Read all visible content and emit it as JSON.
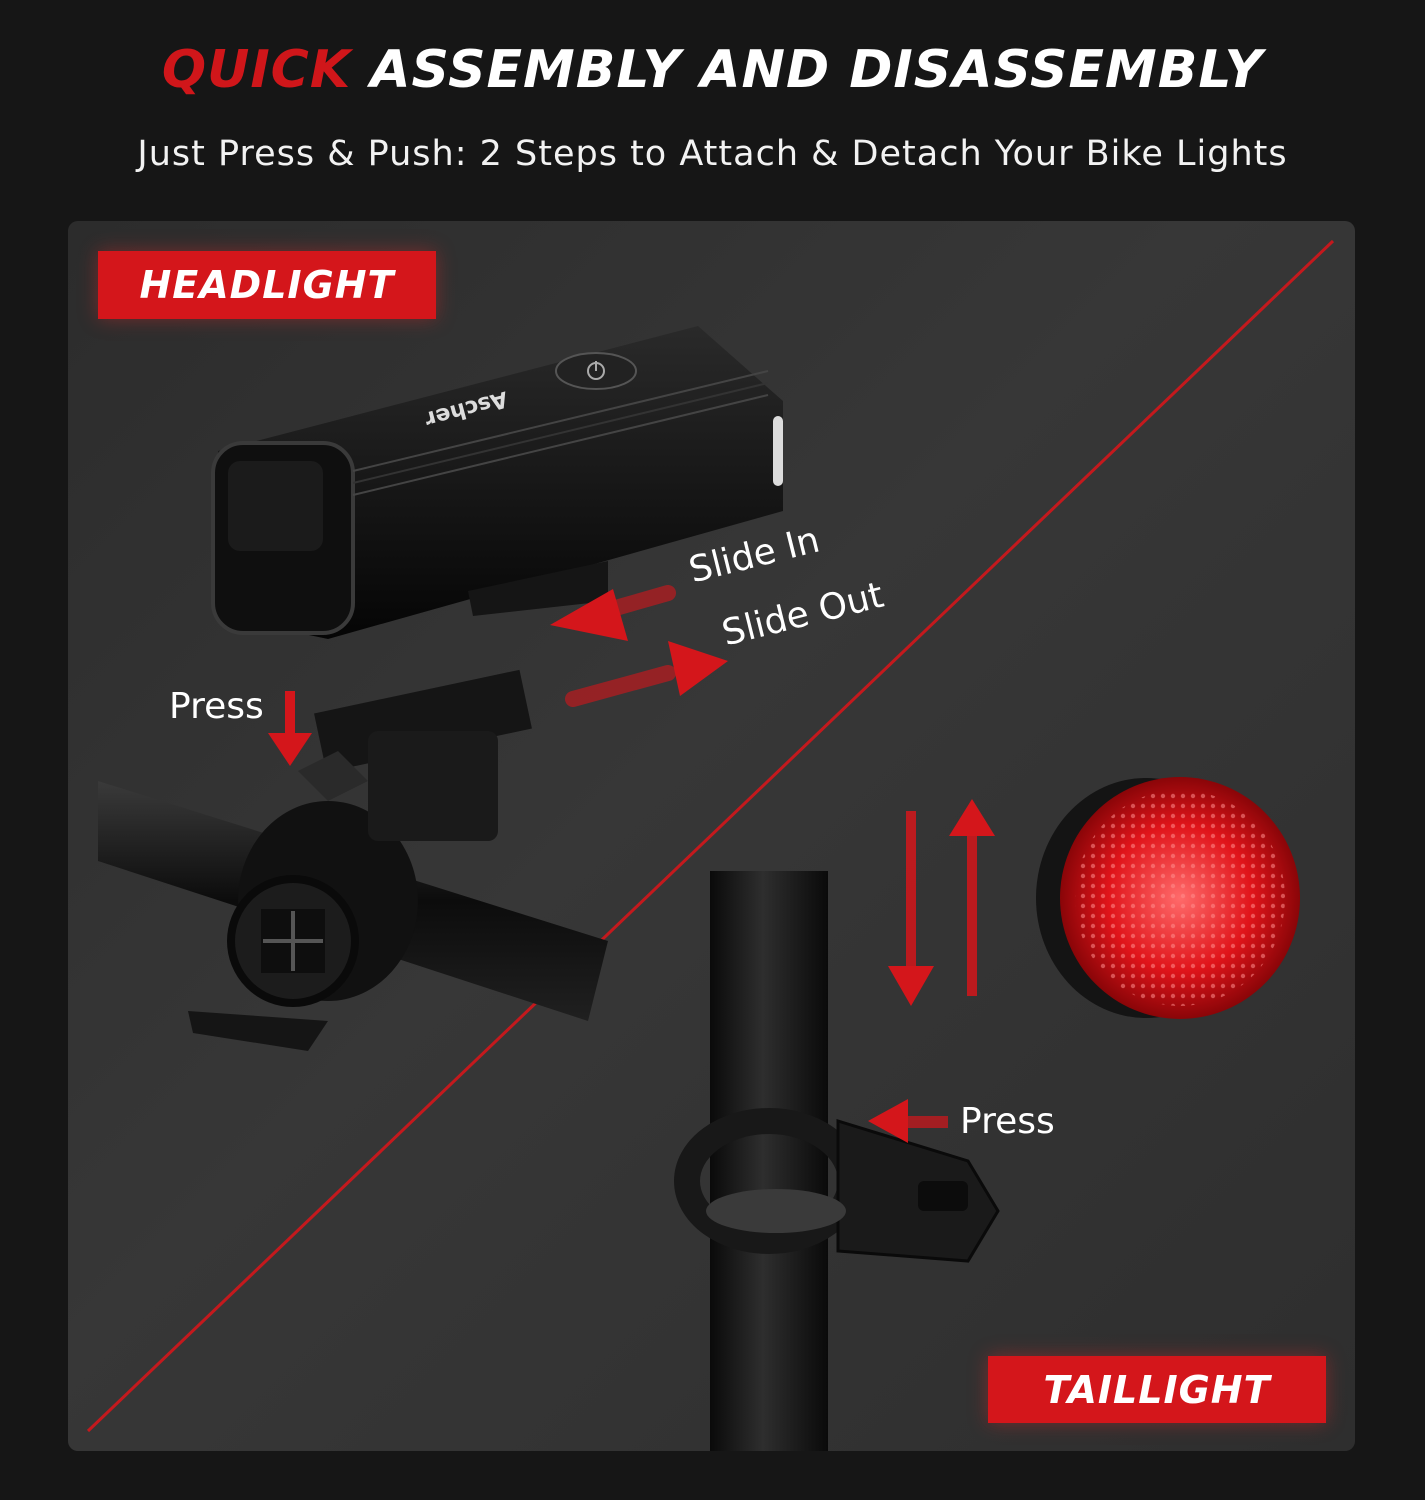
{
  "header": {
    "title_accent": "QUICK",
    "title_rest": "ASSEMBLY AND DISASSEMBLY",
    "subtitle": "Just Press & Push: 2 Steps to Attach & Detach Your Bike Lights"
  },
  "headlight": {
    "badge": "HEADLIGHT",
    "brand_text": "Ascher",
    "slide_in_label": "Slide In",
    "slide_out_label": "Slide Out",
    "press_label": "Press"
  },
  "taillight": {
    "badge": "TAILLIGHT",
    "press_label": "Press"
  },
  "colors": {
    "accent_red": "#d4161b",
    "background": "#161616",
    "panel": "#333333"
  },
  "icons": [
    "power-button-icon",
    "arrow-left-icon",
    "arrow-right-icon",
    "arrow-down-icon",
    "arrow-up-icon"
  ]
}
